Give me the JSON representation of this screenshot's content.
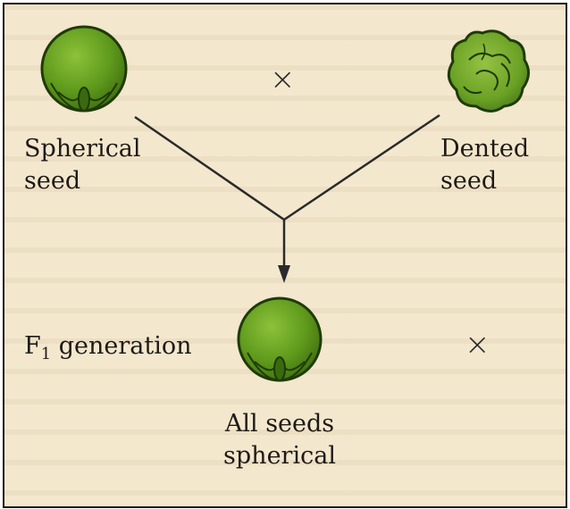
{
  "parents": {
    "left_label": [
      "Spherical",
      "seed"
    ],
    "right_label": [
      "Dented",
      "seed"
    ],
    "cross_symbol": "×"
  },
  "offspring": {
    "generation_label": "F",
    "generation_sub": "1",
    "generation_suffix": " generation",
    "result_label": [
      "All seeds",
      "spherical"
    ],
    "cross_symbol": "×"
  },
  "colors": {
    "seed_fill": "#5f9a1c",
    "seed_dark": "#3a6a10",
    "seed_outline": "#1f3a08",
    "background": "#f3e7cd",
    "text": "#1f1a16"
  },
  "icons": {
    "spherical_seed": "spherical-pea-seed",
    "dented_seed": "wrinkled-pea-seed",
    "arrow": "down-arrow"
  }
}
